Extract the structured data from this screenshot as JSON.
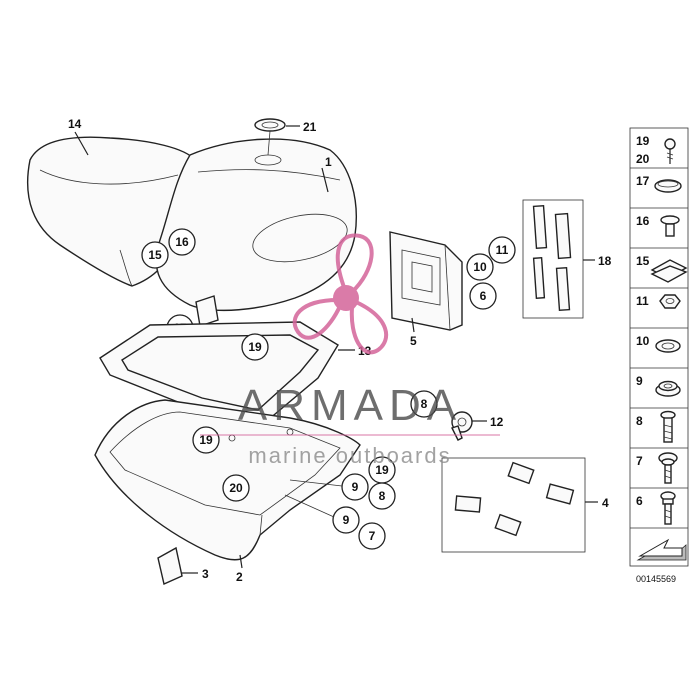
{
  "diagram": {
    "ref_code": "00145569",
    "callouts": {
      "c14": "14",
      "c21": "21",
      "c1": "1",
      "c16": "16",
      "c15": "15",
      "c11": "11",
      "c10": "10",
      "c6": "6",
      "c5": "5",
      "c18": "18",
      "c17": "17",
      "c19a": "19",
      "c13": "13",
      "c8a": "8",
      "c12": "12",
      "c19b": "19",
      "c19c": "19",
      "c9a": "9",
      "c8b": "8",
      "c20": "20",
      "c9b": "9",
      "c7": "7",
      "c4": "4",
      "c3": "3",
      "c2": "2"
    },
    "legend": [
      {
        "label": "19",
        "label2": "20",
        "icon": "screw-icon"
      },
      {
        "label": "17",
        "icon": "cap-icon"
      },
      {
        "label": "16",
        "icon": "rivet-icon"
      },
      {
        "label": "15",
        "icon": "clip-nut-icon"
      },
      {
        "label": "11",
        "icon": "hex-nut-icon"
      },
      {
        "label": "10",
        "icon": "washer-icon"
      },
      {
        "label": "9",
        "icon": "grommet-icon"
      },
      {
        "label": "8",
        "icon": "bolt-icon"
      },
      {
        "label": "7",
        "icon": "flange-screw-icon"
      },
      {
        "label": "6",
        "icon": "collar-screw-icon"
      }
    ]
  },
  "watermark": {
    "brand": "ARMADA",
    "tagline": "marine outboards",
    "accent_color": "#d4649a",
    "text_color": "#4a4a4a"
  },
  "icons": {
    "logo": "propeller-icon",
    "corner": "arrow-icon"
  }
}
